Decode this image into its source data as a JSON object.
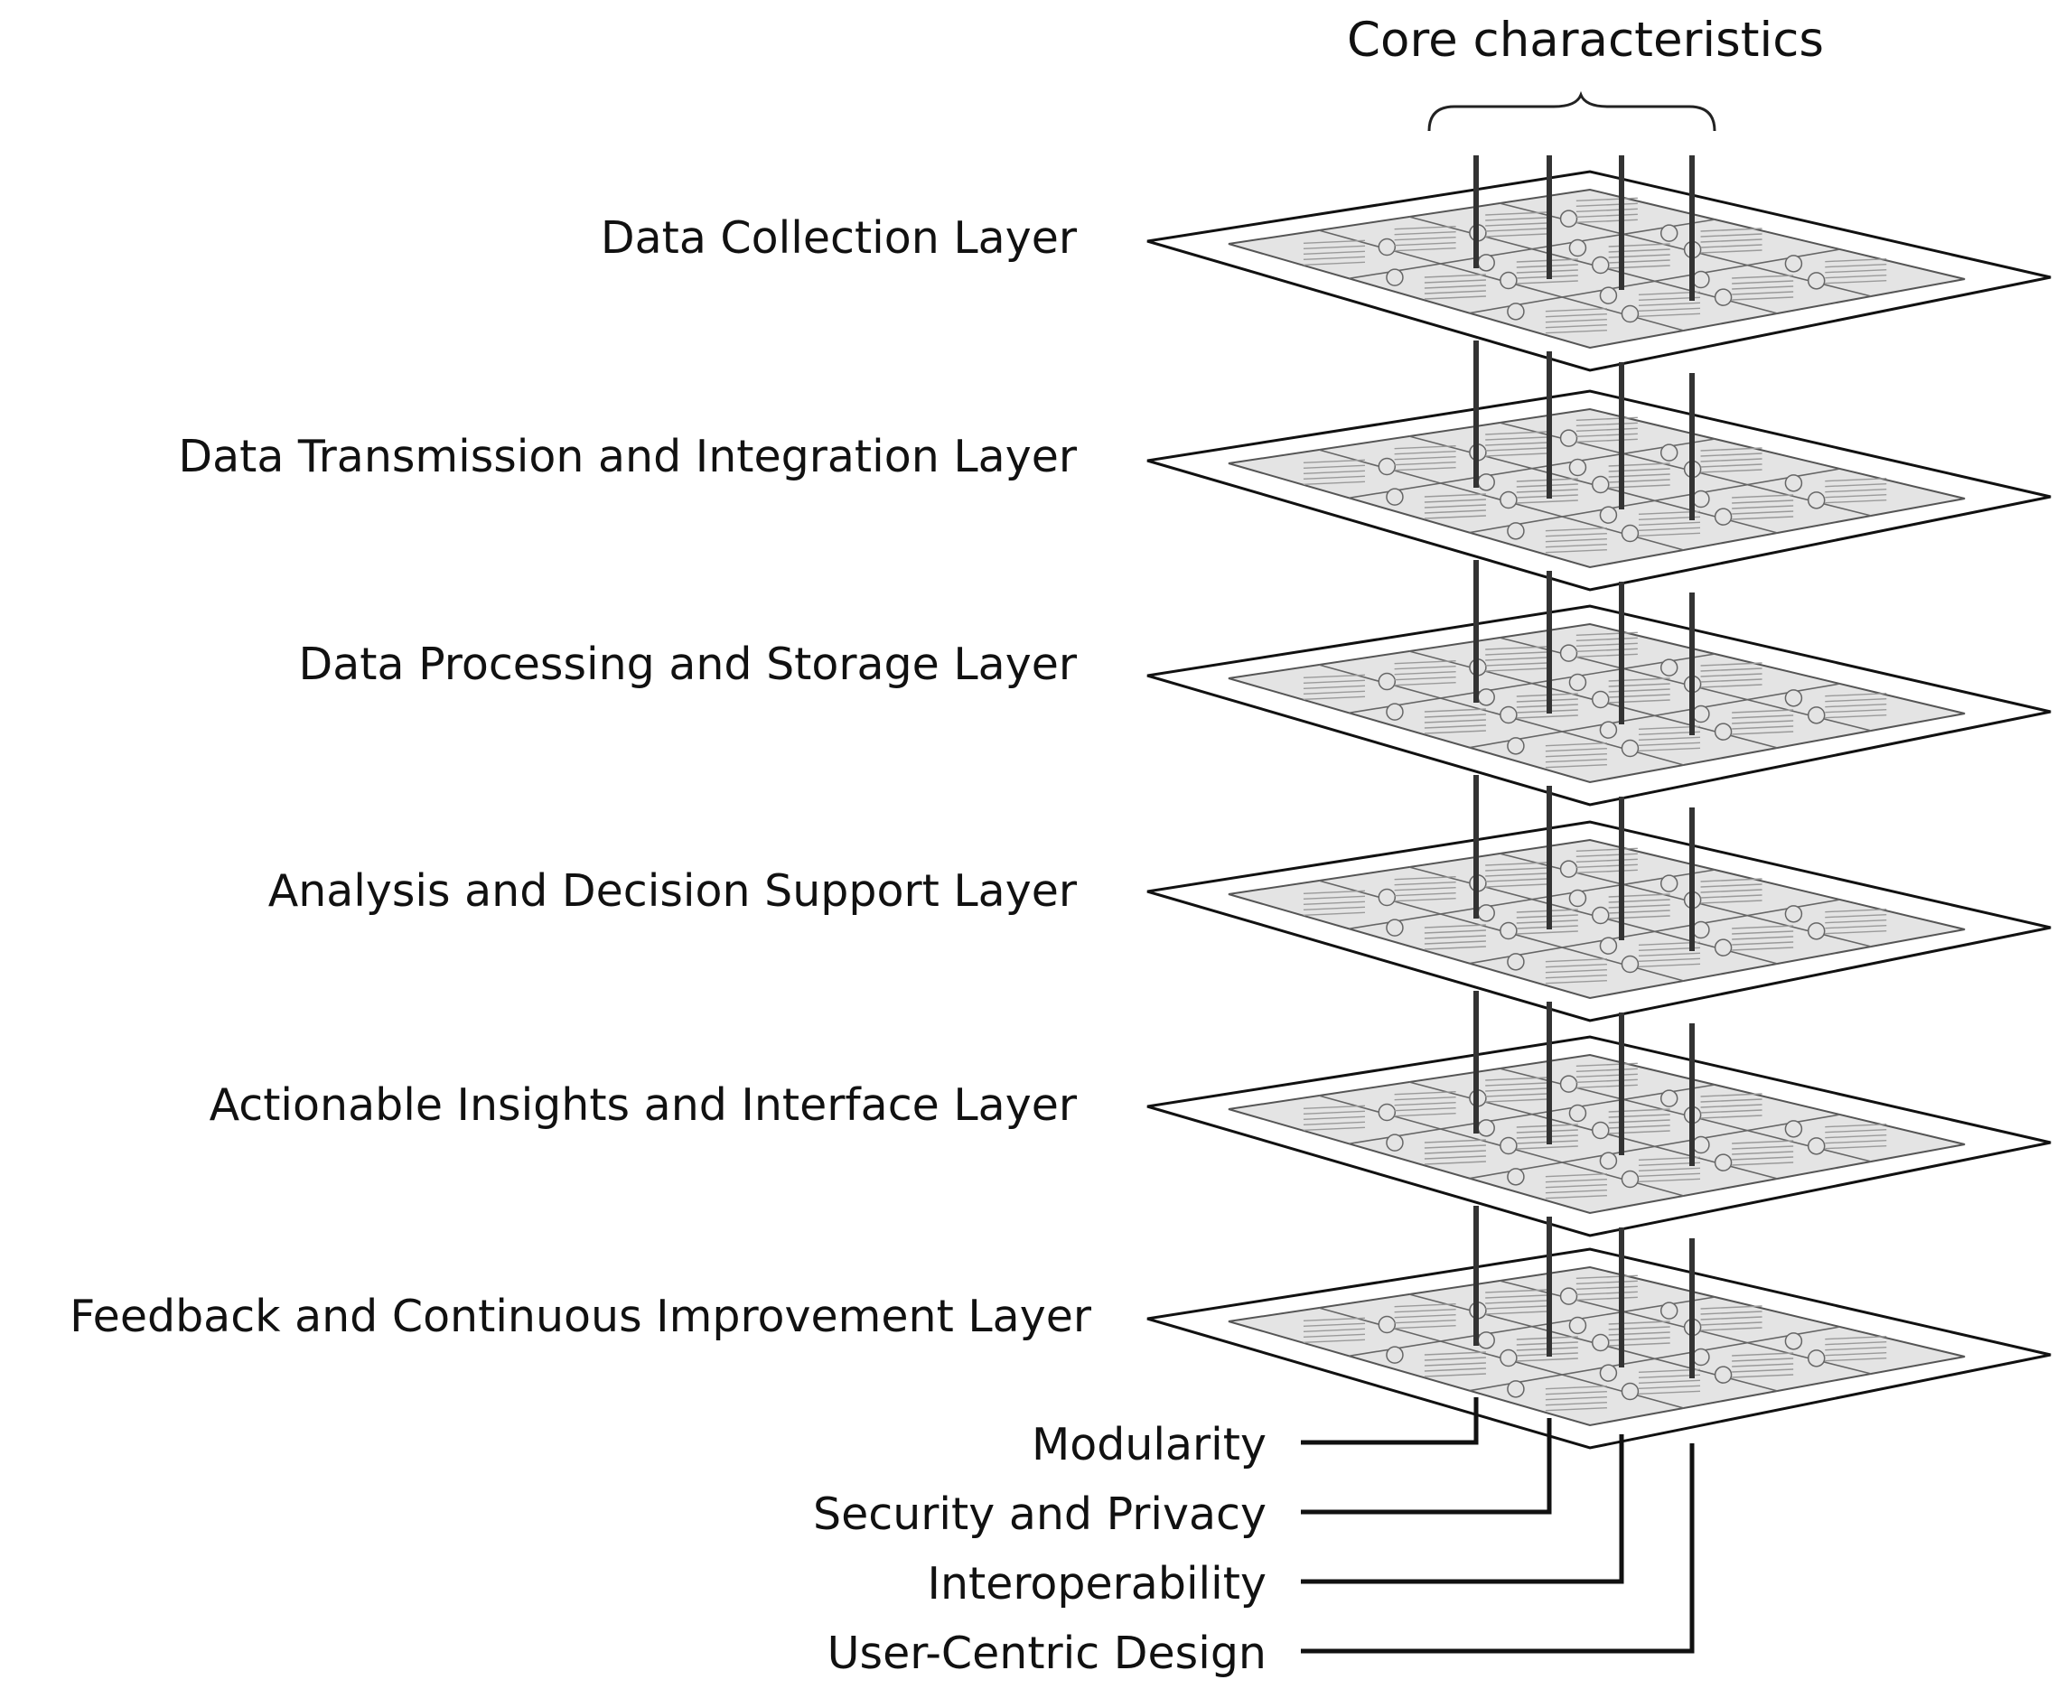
{
  "title": "Core characteristics",
  "layers": [
    {
      "label": "Data Collection Layer"
    },
    {
      "label": "Data Transmission and Integration Layer"
    },
    {
      "label": "Data Processing and Storage Layer"
    },
    {
      "label": "Analysis and Decision Support Layer"
    },
    {
      "label": "Actionable Insights and Interface Layer"
    },
    {
      "label": "Feedback and Continuous Improvement Layer"
    }
  ],
  "characteristics": [
    {
      "label": "Modularity"
    },
    {
      "label": "Security and Privacy"
    },
    {
      "label": "Interoperability"
    },
    {
      "label": "User-Centric Design"
    }
  ],
  "colors": {
    "plate_border": "#111111",
    "puzzle_fill": "#e4e4e4",
    "pillar": "#333333"
  }
}
